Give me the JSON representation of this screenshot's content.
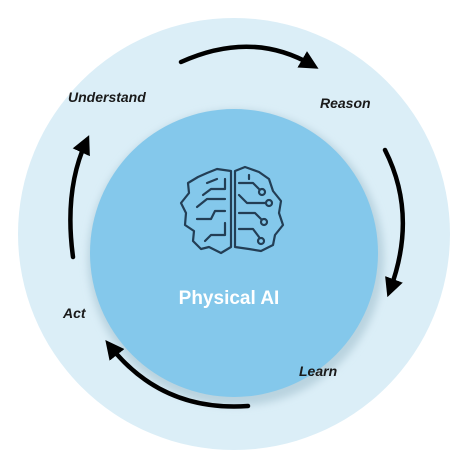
{
  "diagram": {
    "center_title": "Physical AI",
    "center_icon": "brain-circuit-icon",
    "stages": [
      {
        "key": "understand",
        "label": "Understand"
      },
      {
        "key": "reason",
        "label": "Reason"
      },
      {
        "key": "learn",
        "label": "Learn"
      },
      {
        "key": "act",
        "label": "Act"
      }
    ],
    "colors": {
      "outer_ring": "#dbeef7",
      "inner_circle": "#84c8eb",
      "inner_shadow": "#b9d3df",
      "icon_stroke": "#233e55",
      "arrow": "#000000",
      "label_text": "#1a1a1a",
      "title_text": "#ffffff"
    }
  }
}
